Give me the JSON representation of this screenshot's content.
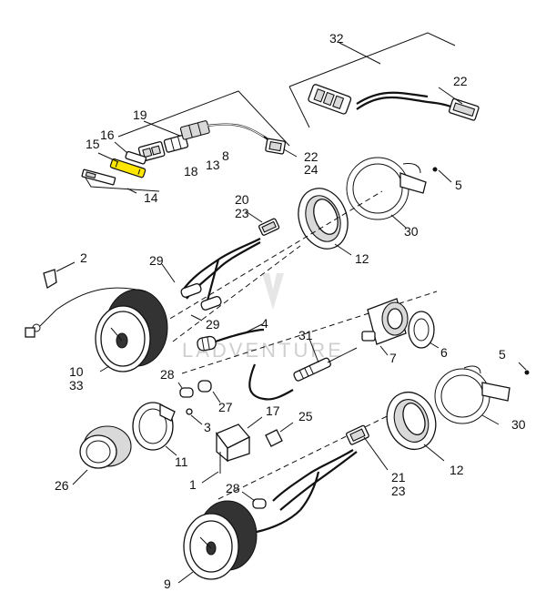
{
  "watermark": "LADVENTURE",
  "highlight_color": "#ffe600",
  "callouts": {
    "c32": "32",
    "c22a": "22",
    "c19": "19",
    "c16": "16",
    "c15": "15",
    "c8": "8",
    "c22b": "22",
    "c24": "24",
    "c18": "18",
    "c13": "13",
    "c14": "14",
    "c5a": "5",
    "c20": "20",
    "c23a": "23",
    "c30a": "30",
    "c12a": "12",
    "c2": "2",
    "c29a": "29",
    "c29b": "29",
    "c4": "4",
    "c31": "31",
    "c7": "7",
    "c6": "6",
    "c10": "10",
    "c33": "33",
    "c28a": "28",
    "c27": "27",
    "c17": "17",
    "c5b": "5",
    "c3": "3",
    "c25": "25",
    "c30b": "30",
    "c11": "11",
    "c26": "26",
    "c1": "1",
    "c12b": "12",
    "c21": "21",
    "c23b": "23",
    "c28b": "28",
    "c9": "9"
  }
}
